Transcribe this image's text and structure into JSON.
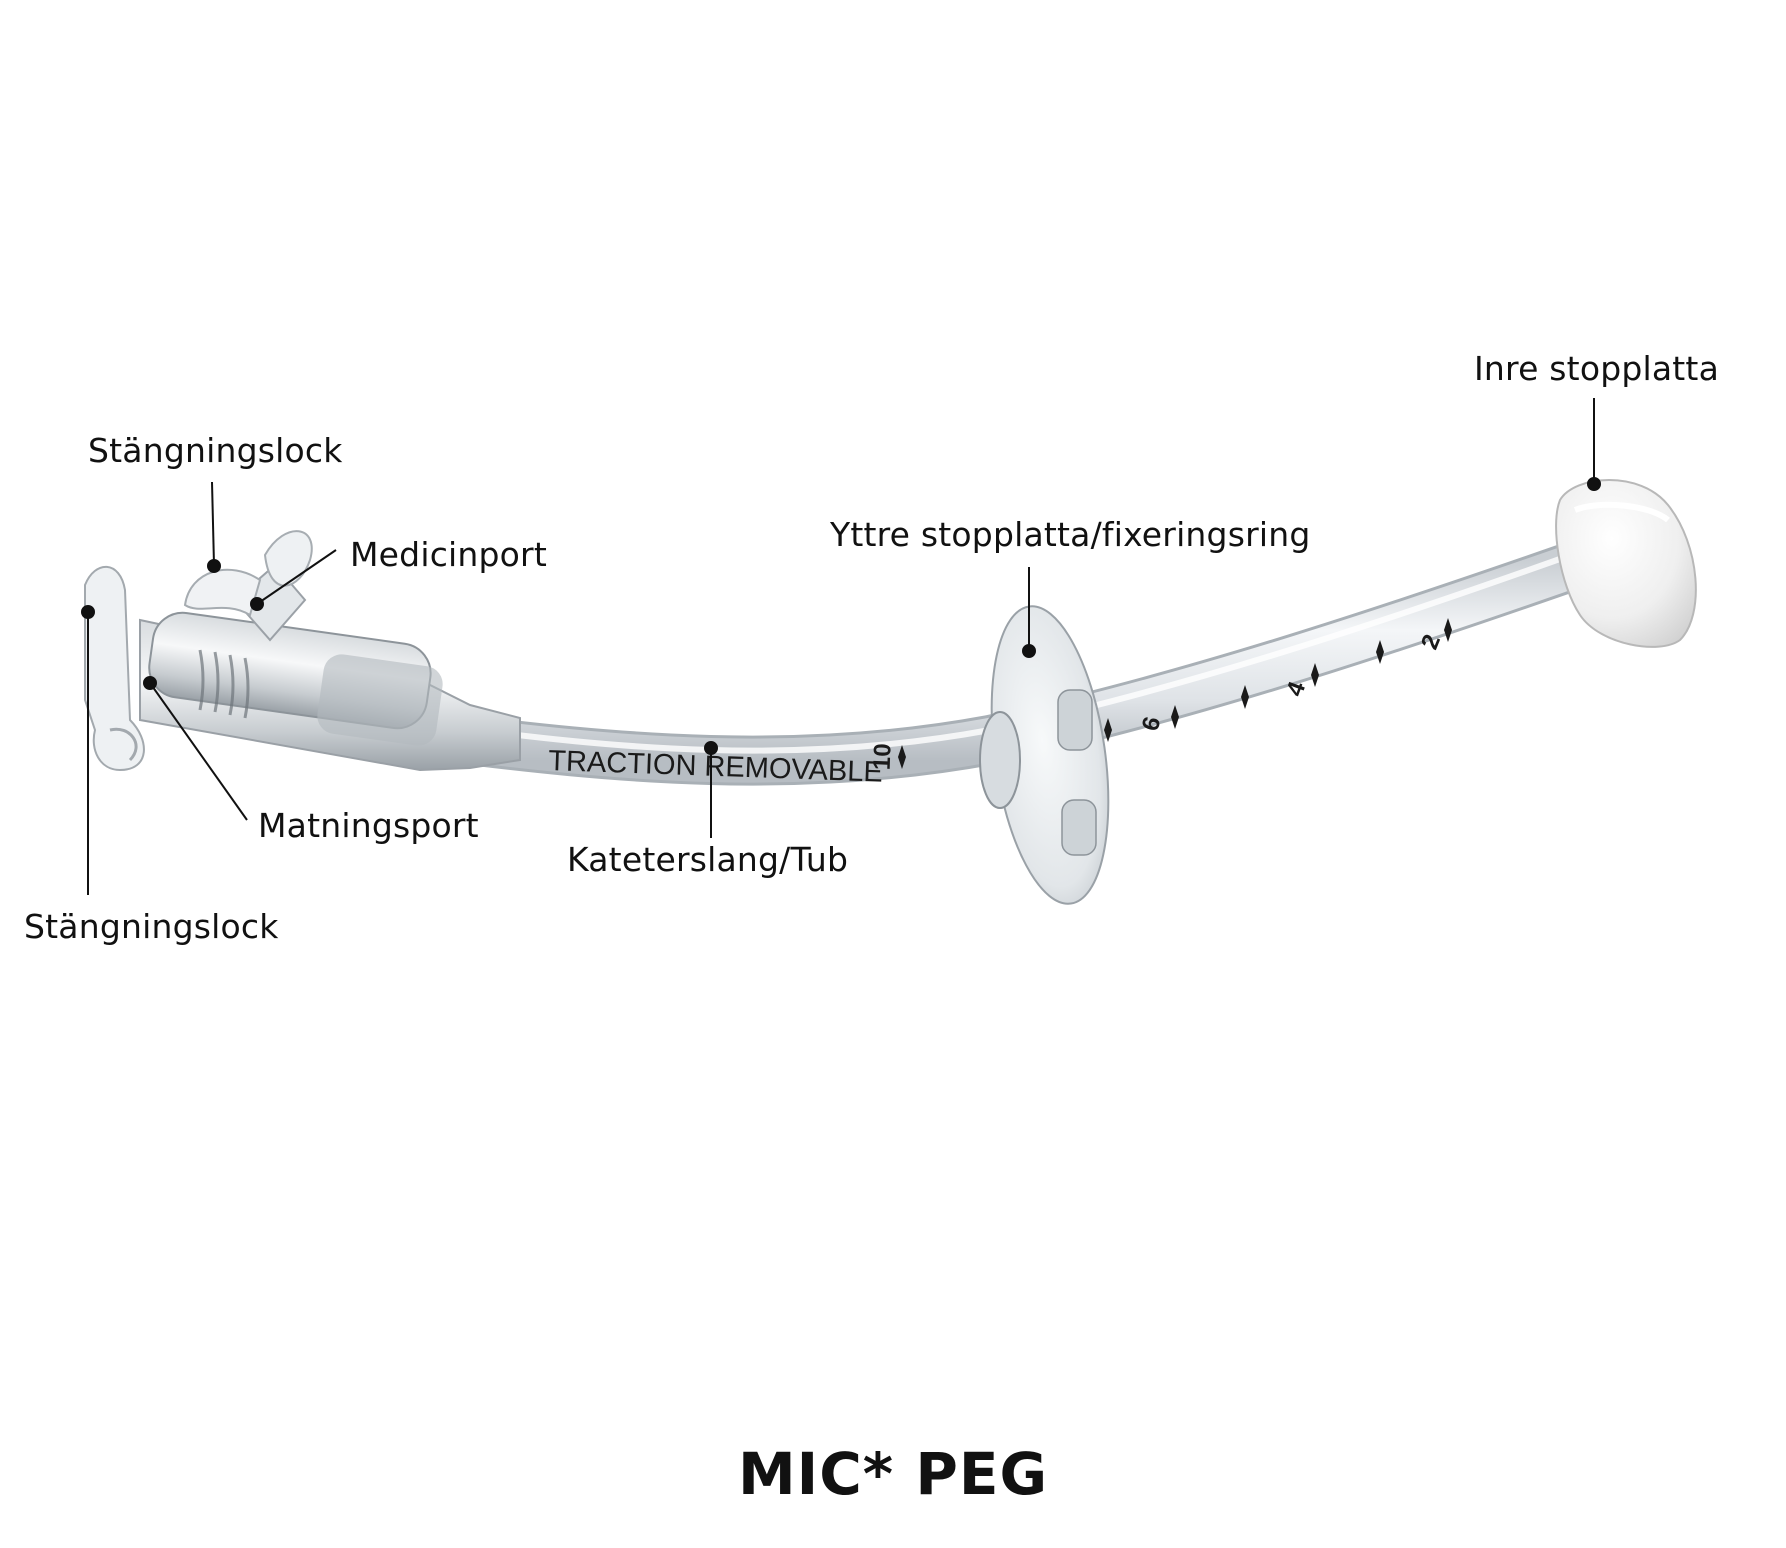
{
  "labels": {
    "cap_top": "Stängningslock",
    "medicine_port": "Medicinport",
    "feeding_port": "Matningsport",
    "cap_bottom": "Stängningslock",
    "tube": "Kateterslang/Tub",
    "outer_bolster": "Yttre stopplatta/fixeringsring",
    "inner_bolster": "Inre stopplatta"
  },
  "tube_print": {
    "text": "TRACTION REMOVABLE",
    "marks": [
      "10",
      "6",
      "4",
      "2"
    ]
  },
  "title": "MIC* PEG",
  "colors": {
    "ink": "#111111",
    "tube": "#dfe4e8",
    "bolster": "#f1f1f1"
  }
}
